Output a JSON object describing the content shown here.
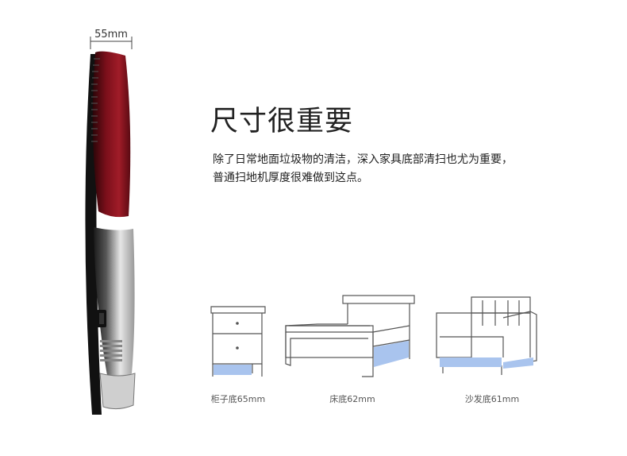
{
  "dimension": {
    "label": "55mm"
  },
  "headline": "尺寸很重要",
  "description": [
    "除了日常地面垃圾物的清洁，深入家具底部清扫也尤为重要，",
    "普通扫地机厚度很难做到这点。"
  ],
  "furniture": [
    {
      "caption": "柜子底65mm",
      "icon": "cabinet-icon"
    },
    {
      "caption": "床底62mm",
      "icon": "bed-icon"
    },
    {
      "caption": "沙发底61mm",
      "icon": "sofa-icon"
    }
  ],
  "colors": {
    "highlight": "#a9c4ee",
    "robot_red": "#8e1420",
    "line": "#555555"
  }
}
